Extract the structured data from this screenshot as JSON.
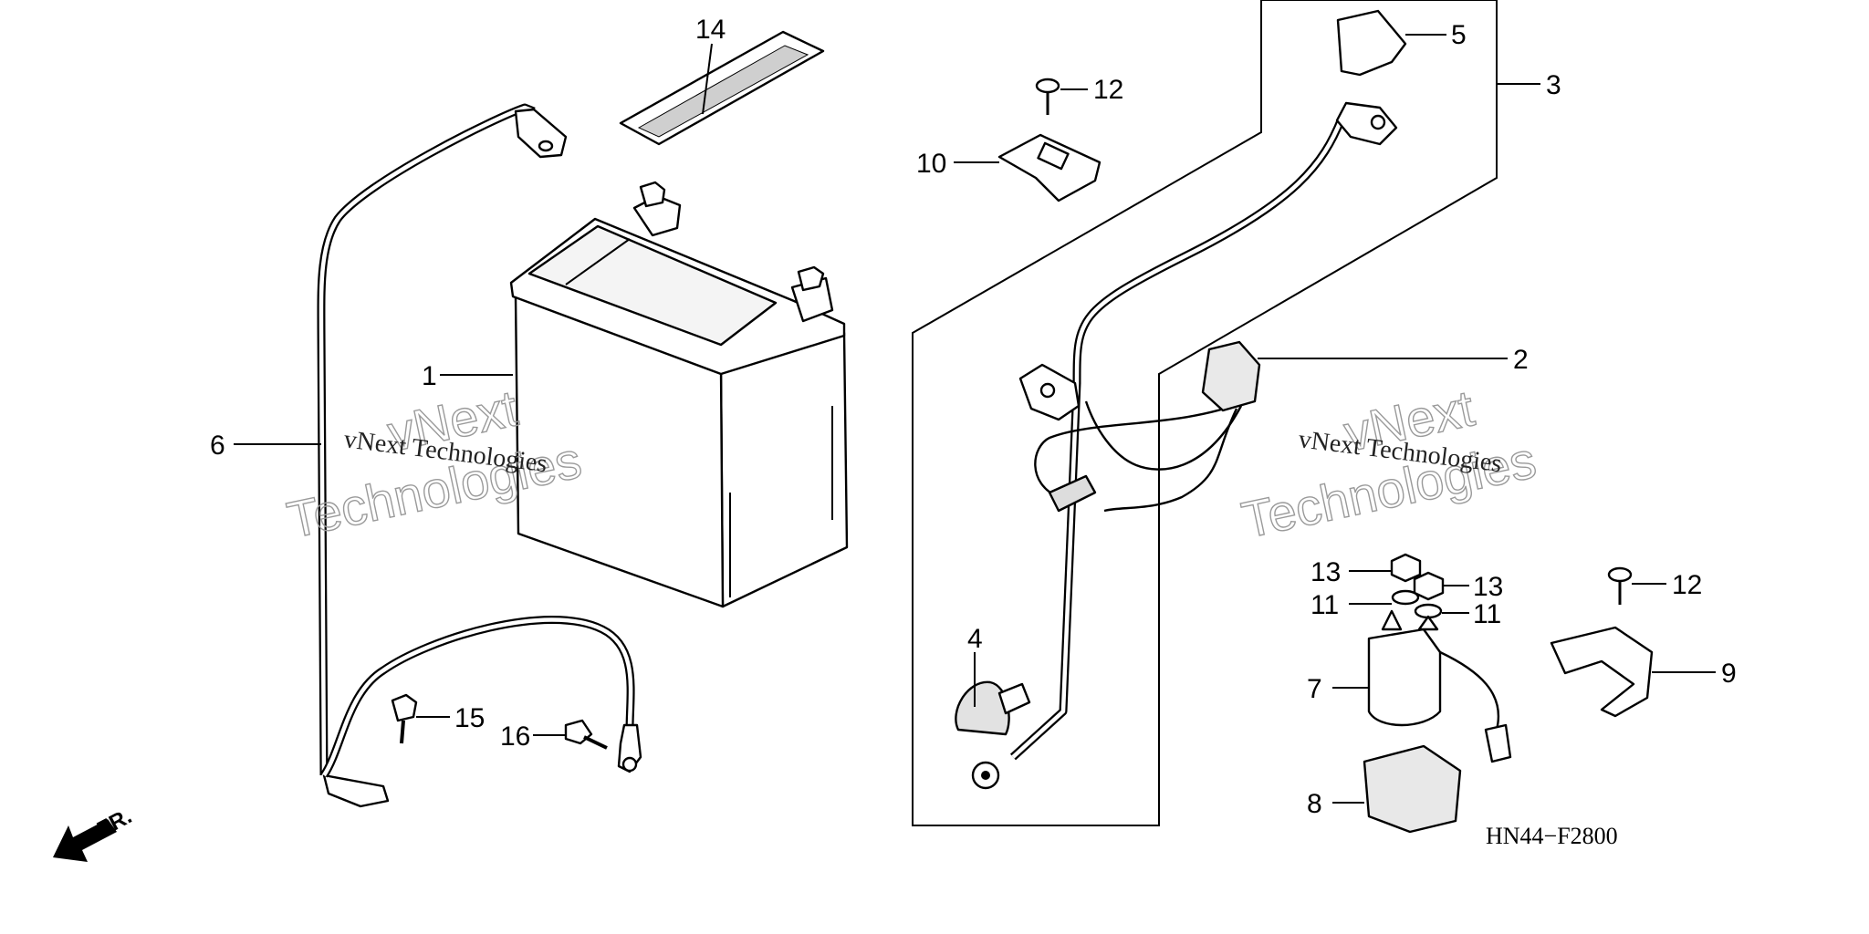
{
  "diagram": {
    "drawing_code": "HN44−F2800",
    "front_indicator": "FR.",
    "watermark": {
      "line_small": "vNext Technologies",
      "line_big_1": "vNext",
      "line_big_2": "Technologies"
    },
    "callouts": {
      "c1": "1",
      "c2": "2",
      "c3": "3",
      "c4": "4",
      "c5": "5",
      "c6": "6",
      "c7": "7",
      "c8": "8",
      "c9": "9",
      "c10": "10",
      "c11a": "11",
      "c11b": "11",
      "c12a": "12",
      "c12b": "12",
      "c13a": "13",
      "c13b": "13",
      "c14": "14",
      "c15": "15",
      "c16": "16"
    }
  }
}
